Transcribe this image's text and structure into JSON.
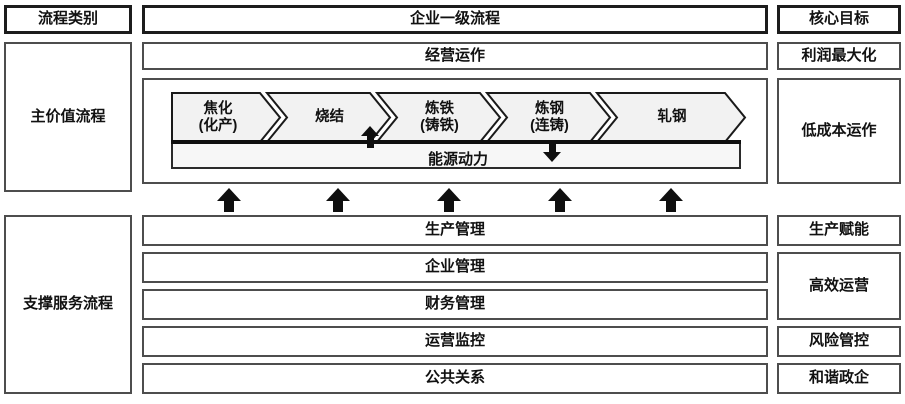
{
  "header": {
    "process_category": "流程类别",
    "enterprise_level1_process": "企业一级流程",
    "core_objectives": "核心目标"
  },
  "main_value": {
    "category_label": "主价值流程",
    "operation_row": "经营运作",
    "flow_steps": [
      "焦化\n(化产)",
      "烧结",
      "炼铁\n(铸铁)",
      "炼钢\n(连铸)",
      "轧钢"
    ],
    "energy_bar": "能源动力",
    "goal_profit": "利润最大化",
    "goal_low_cost": "低成本运作"
  },
  "support": {
    "category_label": "支撑服务流程",
    "rows": [
      "生产管理",
      "企业管理",
      "财务管理",
      "运营监控",
      "公共关系"
    ],
    "goals": [
      "生产赋能",
      "高效运营",
      "风险管控",
      "和谐政企"
    ]
  },
  "colors": {
    "chevron_fill": "#f2f2f2",
    "chevron_stroke": "#1a1a1a",
    "energy_fill": "#f7f7f7",
    "box_border": "#4d4d4d",
    "arrow": "#0f0f0f"
  }
}
